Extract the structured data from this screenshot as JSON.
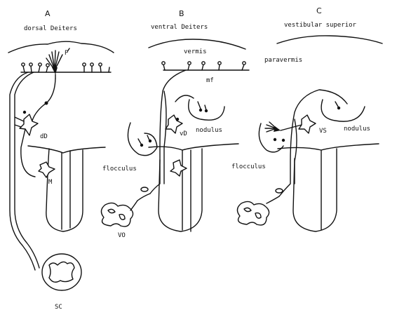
{
  "panels": [
    {
      "letter": "A",
      "title": "dorsal Deiters"
    },
    {
      "letter": "B",
      "title": "ventral Deiters"
    },
    {
      "letter": "C",
      "title": "vestibular superior"
    }
  ],
  "labels": {
    "p_cell": "P",
    "dD": "dD",
    "M": "M",
    "vermis": "vermis",
    "mf": "mf",
    "vD": "vD",
    "nodulus_b": "nodulus",
    "flocculus_b": "flocculus",
    "vo": "VO",
    "paravermis": "paravermis",
    "vs": "VS",
    "nodulus_c": "nodulus",
    "flocculus_c": "flocculus",
    "sc": "SC"
  }
}
